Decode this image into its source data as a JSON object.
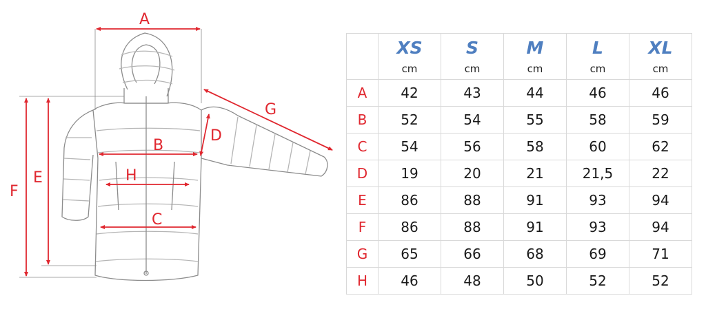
{
  "diagram": {
    "labels": [
      "A",
      "B",
      "C",
      "D",
      "E",
      "F",
      "G",
      "H"
    ],
    "colors": {
      "dimension": "#e0272f",
      "outline": "#8c8c8c",
      "quilt": "#b5b5b5"
    }
  },
  "table": {
    "sizes": [
      "XS",
      "S",
      "M",
      "L",
      "XL"
    ],
    "unit": "cm",
    "rows": [
      {
        "key": "A",
        "values": [
          "42",
          "43",
          "44",
          "46",
          "46"
        ]
      },
      {
        "key": "B",
        "values": [
          "52",
          "54",
          "55",
          "58",
          "59"
        ]
      },
      {
        "key": "C",
        "values": [
          "54",
          "56",
          "58",
          "60",
          "62"
        ]
      },
      {
        "key": "D",
        "values": [
          "19",
          "20",
          "21",
          "21,5",
          "22"
        ]
      },
      {
        "key": "E",
        "values": [
          "86",
          "88",
          "91",
          "93",
          "94"
        ]
      },
      {
        "key": "F",
        "values": [
          "86",
          "88",
          "91",
          "93",
          "94"
        ]
      },
      {
        "key": "G",
        "values": [
          "65",
          "66",
          "68",
          "69",
          "71"
        ]
      },
      {
        "key": "H",
        "values": [
          "46",
          "48",
          "50",
          "52",
          "52"
        ]
      }
    ],
    "colors": {
      "header": "#4f7fc0",
      "key": "#e0272f",
      "border": "#d9d9d9"
    }
  }
}
